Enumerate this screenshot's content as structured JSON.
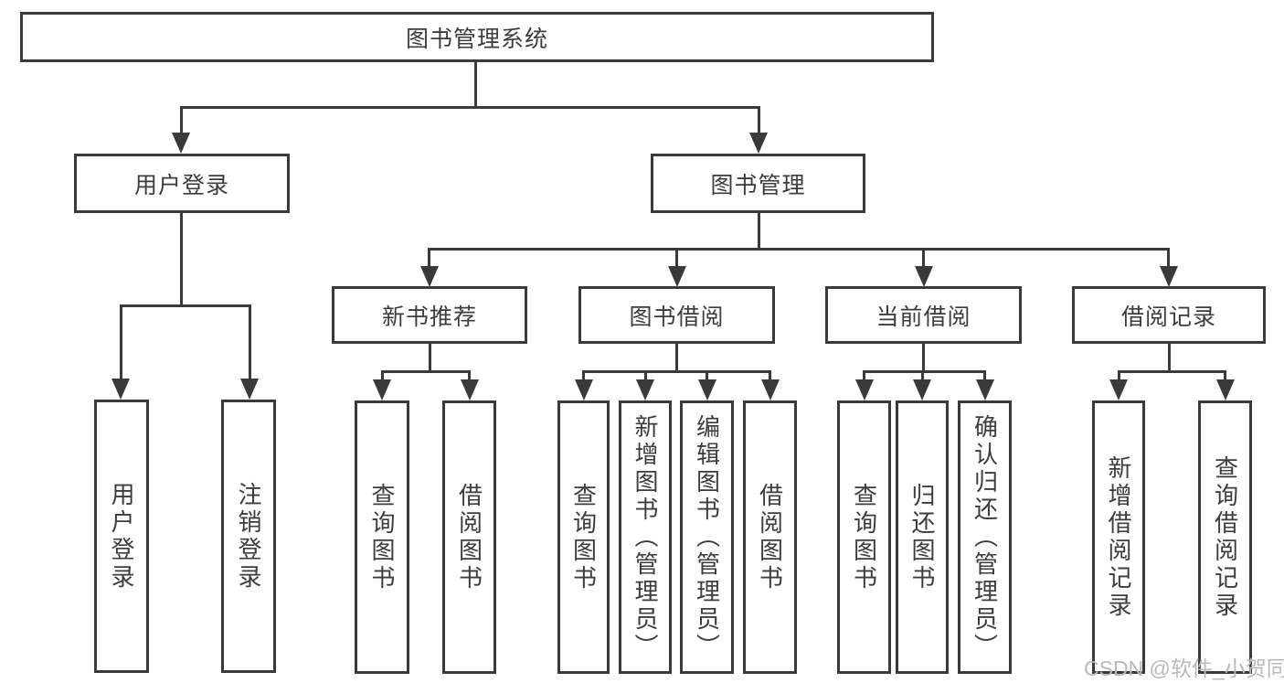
{
  "tree": {
    "root": "图书管理系统",
    "branches": [
      {
        "label": "用户登录",
        "children": [
          "用户登录",
          "注销登录"
        ]
      },
      {
        "label": "图书管理",
        "children": [
          {
            "label": "新书推荐",
            "children": [
              "查询图书",
              "借阅图书"
            ]
          },
          {
            "label": "图书借阅",
            "children": [
              "查询图书",
              "新增图书（管理员）",
              "编辑图书（管理员）",
              "借阅图书"
            ]
          },
          {
            "label": "当前借阅",
            "children": [
              "查询图书",
              "归还图书",
              "确认归还（管理员）"
            ]
          },
          {
            "label": "借阅记录",
            "children": [
              "新增借阅记录",
              "查询借阅记录"
            ]
          }
        ]
      }
    ]
  },
  "watermark": "CSDN @软件_小贺同学",
  "colors": {
    "line": "#3a3a3a",
    "text": "#3c3c3c",
    "watermark": "#b9b9b9",
    "background": "#ffffff"
  }
}
